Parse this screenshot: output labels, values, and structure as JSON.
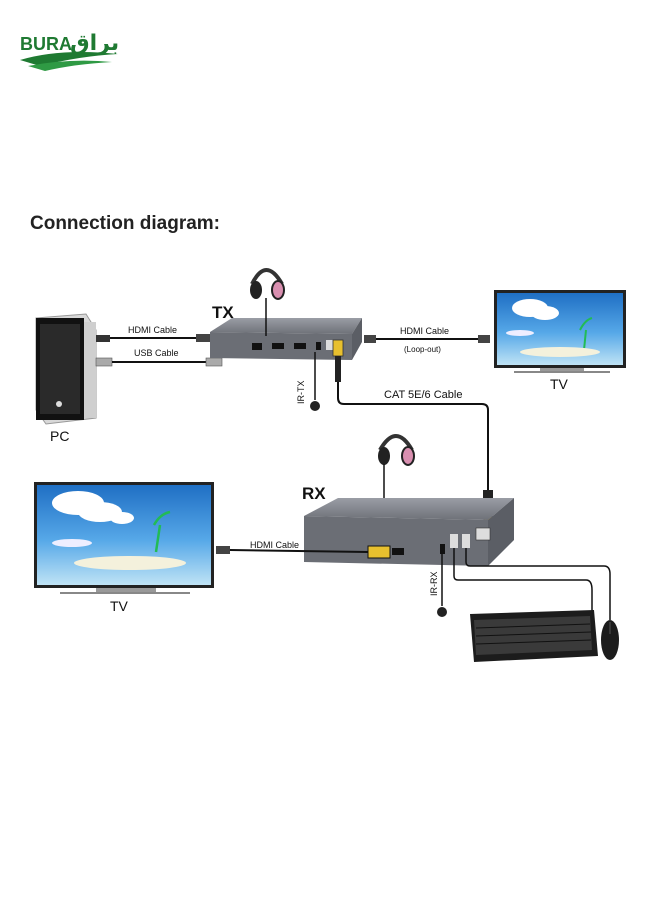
{
  "logo": {
    "latin": "BURA",
    "arabic": "براق",
    "color": "#1f7a32"
  },
  "heading": "Connection diagram:",
  "devices": {
    "tx_label": "TX",
    "rx_label": "RX",
    "pc_label": "PC",
    "tv_label_right": "TV",
    "tv_label_left": "TV"
  },
  "cables": {
    "hdmi_pc": "HDMI Cable",
    "usb_pc": "USB Cable",
    "hdmi_loop": "HDMI Cable",
    "loop_note": "(Loop-out)",
    "cat": "CAT 5E/6 Cable",
    "hdmi_rx": "HDMI Cable"
  },
  "ports": {
    "ir_tx": "IR-TX",
    "ir_rx": "IR-RX"
  },
  "colors": {
    "device_gray": "#7d8088",
    "sky": "#3a8fd6",
    "cable": "#111111",
    "headphone_pink": "#d98fb0"
  }
}
